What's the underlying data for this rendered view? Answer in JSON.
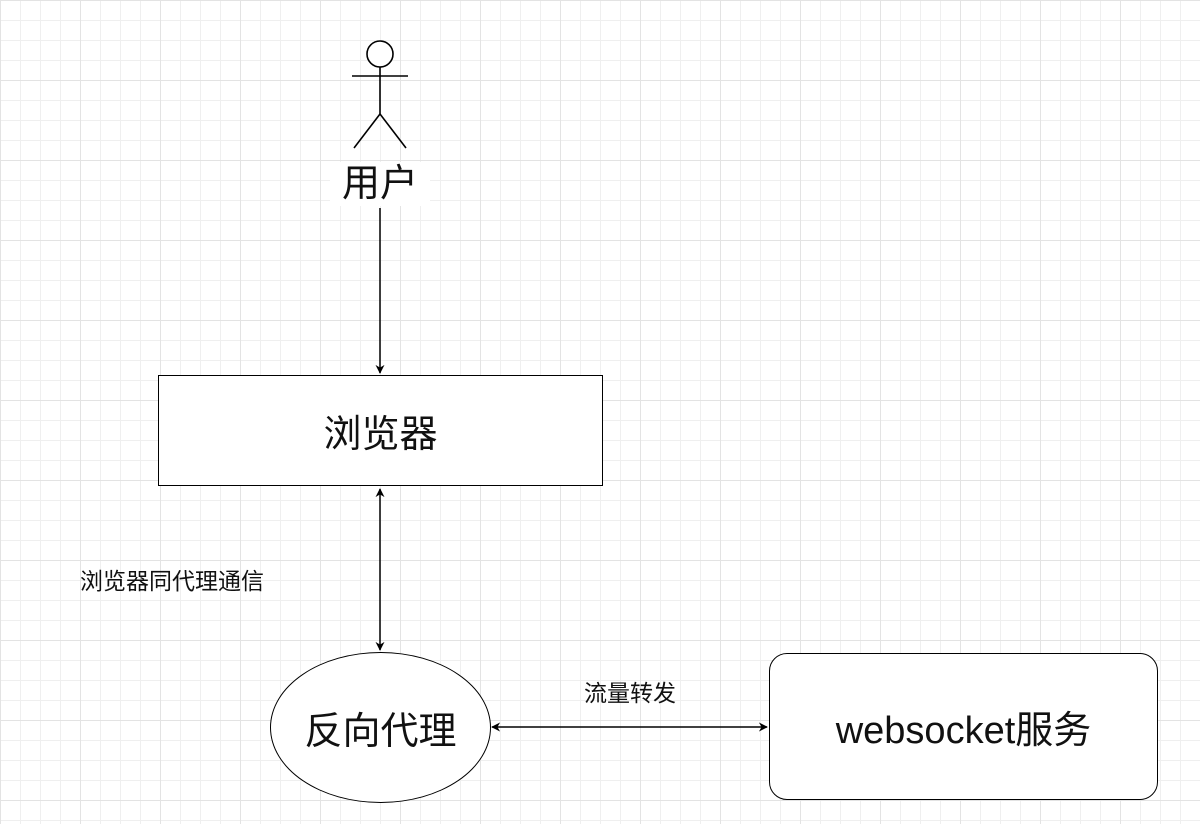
{
  "nodes": {
    "user": {
      "label": "用户"
    },
    "browser": {
      "label": "浏览器"
    },
    "proxy": {
      "label": "反向代理"
    },
    "websocket": {
      "label": "websocket服务"
    }
  },
  "edges": {
    "browser_proxy": {
      "label": "浏览器同代理通信"
    },
    "forward": {
      "label": "流量转发"
    }
  },
  "colors": {
    "stroke": "#000000",
    "background": "#ffffff",
    "grid": "#e3e3e3"
  }
}
